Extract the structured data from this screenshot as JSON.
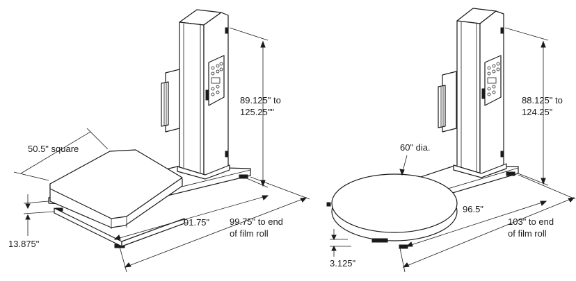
{
  "left_machine": {
    "height_label_line1": "89.125\" to",
    "height_label_line2": "125.25\"\"",
    "platform_label": "50.5\" square",
    "platform_height_label": "13.875\"",
    "base_length_label": "91.75\"",
    "overall_length_line1": "99.75\" to end",
    "overall_length_line2": "of film roll"
  },
  "right_machine": {
    "height_label_line1": "88.125\" to",
    "height_label_line2": "124.25”",
    "turntable_label": "60\" dia.",
    "turntable_height_label": "3.125\"",
    "base_length_label": "96.5\"",
    "overall_length_line1": "103\" to end",
    "overall_length_line2": "of film roll"
  }
}
